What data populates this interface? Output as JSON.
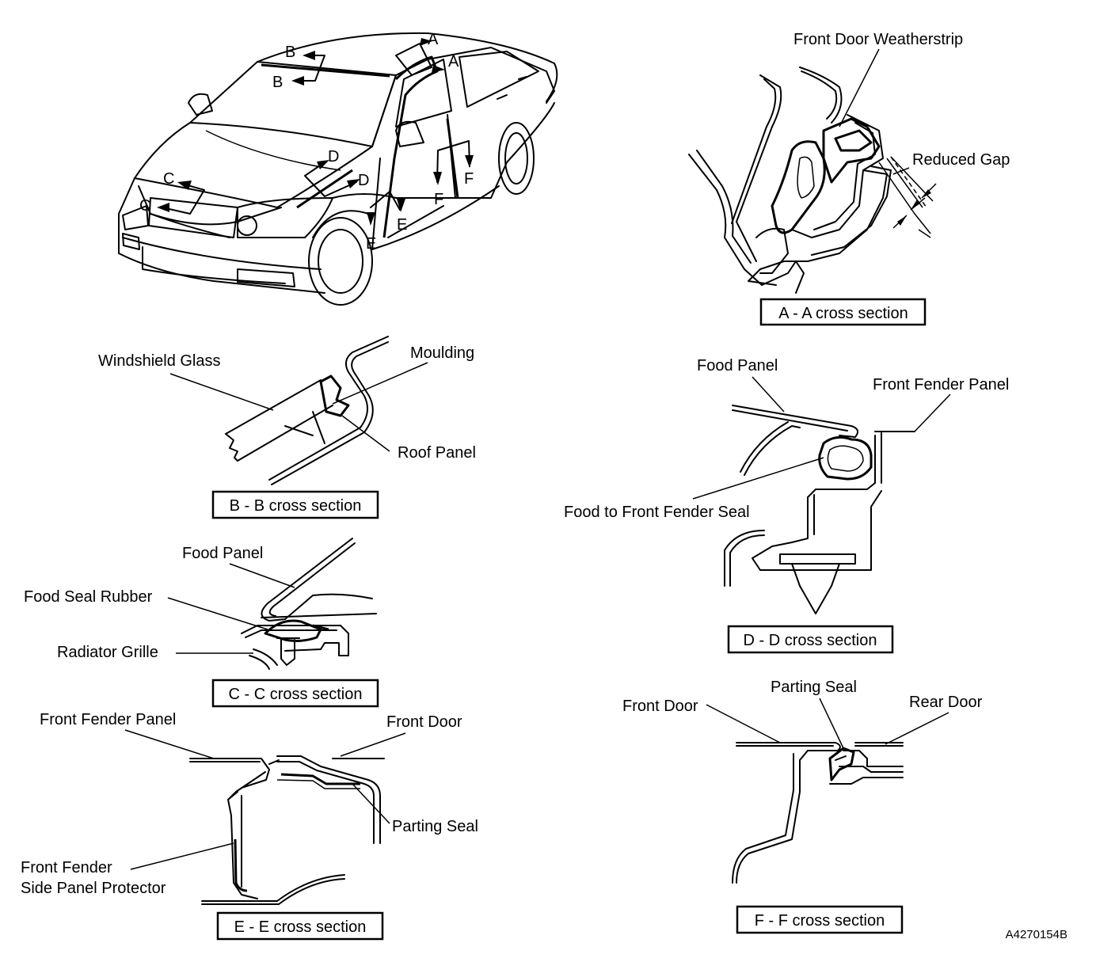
{
  "diagram": {
    "car_markers": [
      "A",
      "A",
      "B",
      "B",
      "C",
      "C",
      "D",
      "D",
      "E",
      "E",
      "F",
      "F"
    ],
    "sections": {
      "aa": {
        "caption": "A - A cross section",
        "labels": [
          "Front Door Weatherstrip",
          "Reduced Gap"
        ]
      },
      "bb": {
        "caption": "B - B cross section",
        "labels": [
          "Windshield Glass",
          "Moulding",
          "Roof Panel"
        ]
      },
      "cc": {
        "caption": "C - C cross section",
        "labels": [
          "Food Panel",
          "Food Seal Rubber",
          "Radiator Grille"
        ]
      },
      "dd": {
        "caption": "D - D cross section",
        "labels": [
          "Food Panel",
          "Front Fender Panel",
          "Food to Front Fender Seal"
        ]
      },
      "ee": {
        "caption": "E - E cross section",
        "labels": [
          "Front Fender Panel",
          "Front Door",
          "Parting Seal",
          "Front Fender",
          "Side Panel Protector"
        ]
      },
      "ff": {
        "caption": "F - F cross section",
        "labels": [
          "Front Door",
          "Parting Seal",
          "Rear Door"
        ]
      }
    },
    "figure_code": "A4270154B"
  }
}
